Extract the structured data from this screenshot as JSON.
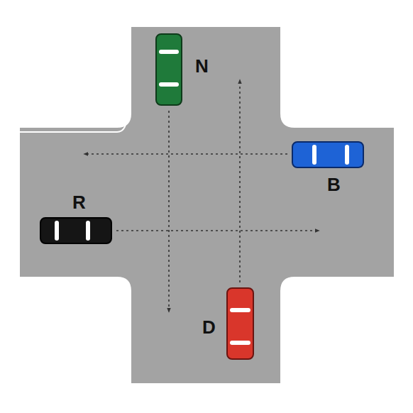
{
  "diagram": {
    "labels": [
      "N",
      "B",
      "R",
      "D"
    ]
  }
}
